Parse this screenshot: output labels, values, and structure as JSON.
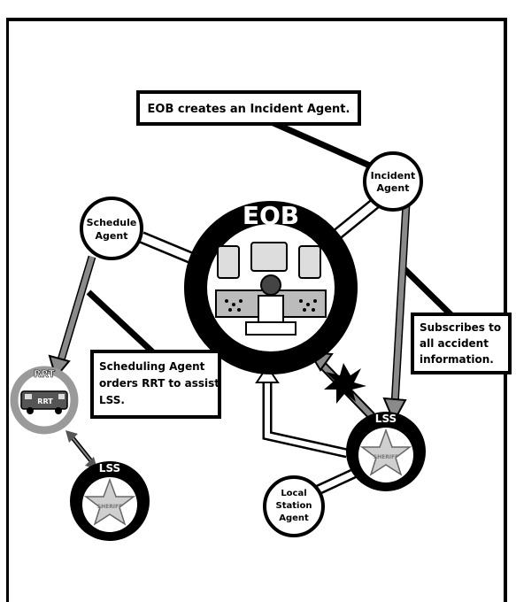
{
  "labels": {
    "eob_creates": "EOB creates an Incident Agent.",
    "incident_agent": [
      "Incident",
      "Agent"
    ],
    "schedule_agent": [
      "Schedule",
      "Agent"
    ],
    "eob": "EOB",
    "subscribes": [
      "Subscribes to",
      "all accident",
      "information."
    ],
    "scheduling": [
      "Scheduling Agent",
      "orders RRT to assist",
      "LSS."
    ],
    "rrt_ring": "RRT",
    "rrt_bus": "RRT",
    "lss_left": "LSS",
    "lss_right": "LSS",
    "local_station_agent": [
      "Local",
      "Station",
      "Agent"
    ],
    "sheriff": "SHERIFF"
  },
  "colors": {
    "ink": "#000000",
    "arrow_fill": "#8a8a8a",
    "ring": "#111111",
    "bus_ring": "#9a9a9a",
    "star": "#cfcfcf"
  }
}
